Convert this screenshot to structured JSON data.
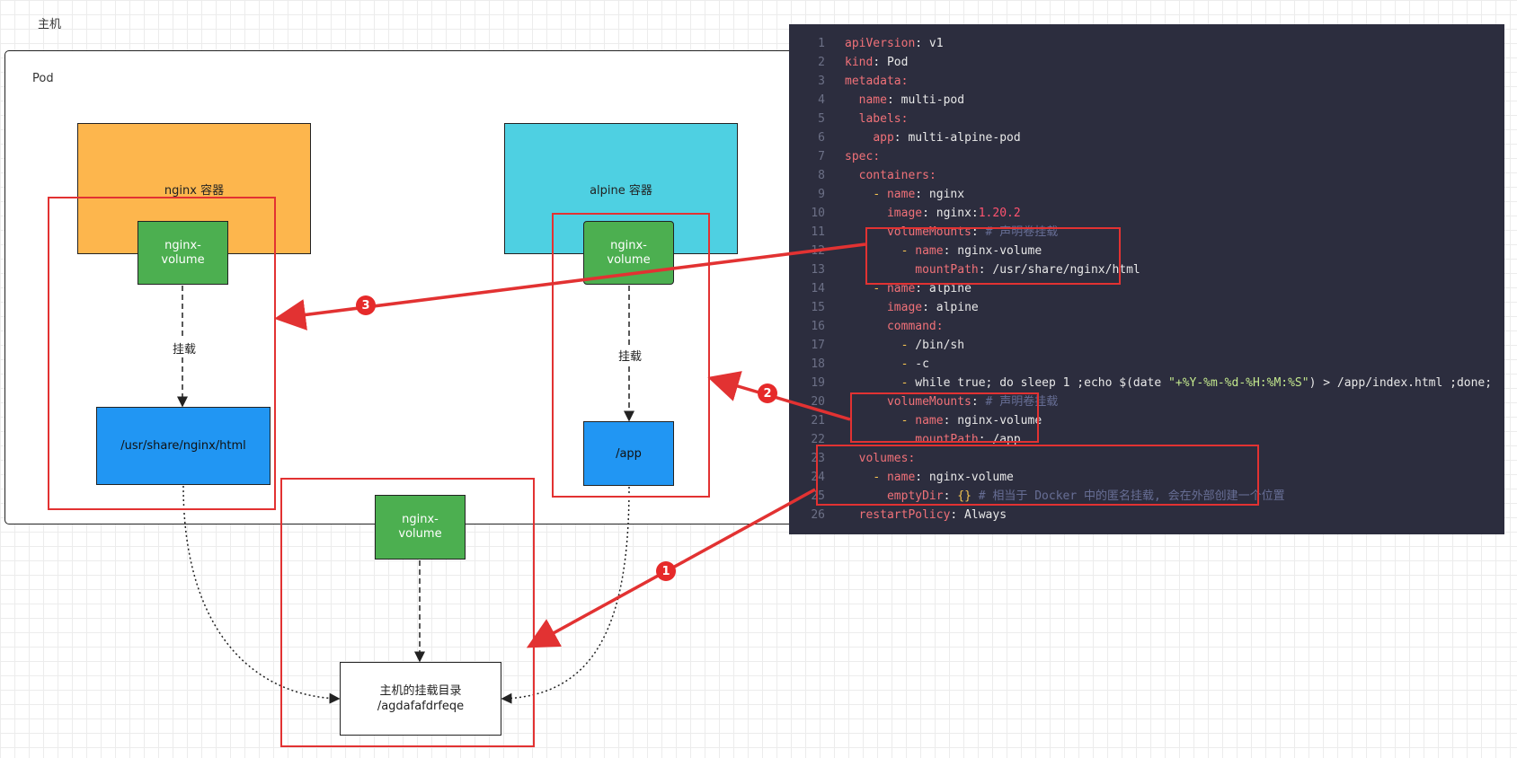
{
  "host_label": "主机",
  "pod_label": "Pod",
  "nginx_container": {
    "label": "nginx 容器",
    "volume": [
      "nginx-",
      "volume"
    ],
    "mount_label": "挂载",
    "path": "/usr/share/nginx/html"
  },
  "alpine_container": {
    "label": "alpine 容器",
    "volume": [
      "nginx-",
      "volume"
    ],
    "mount_label": "挂载",
    "path": "/app"
  },
  "host_volume": {
    "volume": [
      "nginx-",
      "volume"
    ],
    "dir_line1": "主机的挂载目录",
    "dir_line2": "/agdafafdrfeqe"
  },
  "badges": [
    "1",
    "2",
    "3"
  ],
  "code_lines": [
    {
      "n": "1",
      "t": [
        [
          "apiVersion",
          "k"
        ],
        [
          ": v1",
          ""
        ]
      ]
    },
    {
      "n": "2",
      "t": [
        [
          "kind",
          "k"
        ],
        [
          ": Pod",
          ""
        ]
      ]
    },
    {
      "n": "3",
      "t": [
        [
          "metadata",
          "k"
        ],
        [
          ":",
          "k"
        ]
      ]
    },
    {
      "n": "4",
      "t": [
        [
          "  ",
          ""
        ],
        [
          "name",
          "k"
        ],
        [
          ": multi-pod",
          ""
        ]
      ]
    },
    {
      "n": "5",
      "t": [
        [
          "  ",
          ""
        ],
        [
          "labels",
          "k"
        ],
        [
          ":",
          "k"
        ]
      ]
    },
    {
      "n": "6",
      "t": [
        [
          "    ",
          ""
        ],
        [
          "app",
          "k"
        ],
        [
          ": multi-alpine-pod",
          ""
        ]
      ]
    },
    {
      "n": "7",
      "t": [
        [
          "spec",
          "k"
        ],
        [
          ":",
          "k"
        ]
      ]
    },
    {
      "n": "8",
      "t": [
        [
          "  ",
          ""
        ],
        [
          "containers",
          "k"
        ],
        [
          ":",
          "k"
        ]
      ]
    },
    {
      "n": "9",
      "t": [
        [
          "    ",
          ""
        ],
        [
          "- ",
          "p"
        ],
        [
          "name",
          "k"
        ],
        [
          ": nginx",
          ""
        ]
      ]
    },
    {
      "n": "10",
      "t": [
        [
          "      ",
          ""
        ],
        [
          "image",
          "k"
        ],
        [
          ": nginx:",
          ""
        ],
        [
          "1.20.2",
          "n"
        ]
      ]
    },
    {
      "n": "11",
      "t": [
        [
          "      ",
          ""
        ],
        [
          "volumeMounts",
          "k"
        ],
        [
          ": ",
          ""
        ],
        [
          "# 声明卷挂载",
          "c"
        ]
      ]
    },
    {
      "n": "12",
      "t": [
        [
          "        ",
          ""
        ],
        [
          "- ",
          "p"
        ],
        [
          "name",
          "k"
        ],
        [
          ": nginx-volume",
          ""
        ]
      ]
    },
    {
      "n": "13",
      "t": [
        [
          "          ",
          ""
        ],
        [
          "mountPath",
          "k"
        ],
        [
          ": /usr/share/nginx/html",
          ""
        ]
      ]
    },
    {
      "n": "14",
      "t": [
        [
          "    ",
          ""
        ],
        [
          "- ",
          "p"
        ],
        [
          "name",
          "k"
        ],
        [
          ": alpine",
          ""
        ]
      ]
    },
    {
      "n": "15",
      "t": [
        [
          "      ",
          ""
        ],
        [
          "image",
          "k"
        ],
        [
          ": alpine",
          ""
        ]
      ]
    },
    {
      "n": "16",
      "t": [
        [
          "      ",
          ""
        ],
        [
          "command",
          "k"
        ],
        [
          ":",
          "k"
        ]
      ]
    },
    {
      "n": "17",
      "t": [
        [
          "        ",
          ""
        ],
        [
          "- ",
          "p"
        ],
        [
          "/bin/sh",
          ""
        ]
      ]
    },
    {
      "n": "18",
      "t": [
        [
          "        ",
          ""
        ],
        [
          "- ",
          "p"
        ],
        [
          "-c",
          ""
        ]
      ]
    },
    {
      "n": "19",
      "t": [
        [
          "        ",
          ""
        ],
        [
          "- ",
          "p"
        ],
        [
          "while true; do sleep 1 ;echo $(date ",
          ""
        ],
        [
          "\"+%Y-%m-%d-%H:%M:%S\"",
          "s"
        ],
        [
          ") > /app/index.html ;done;",
          ""
        ]
      ]
    },
    {
      "n": "20",
      "t": [
        [
          "      ",
          ""
        ],
        [
          "volumeMounts",
          "k"
        ],
        [
          ": ",
          ""
        ],
        [
          "# 声明卷挂载",
          "c"
        ]
      ]
    },
    {
      "n": "21",
      "t": [
        [
          "        ",
          ""
        ],
        [
          "- ",
          "p"
        ],
        [
          "name",
          "k"
        ],
        [
          ": nginx-volume",
          ""
        ]
      ]
    },
    {
      "n": "22",
      "t": [
        [
          "          ",
          ""
        ],
        [
          "mountPath",
          "k"
        ],
        [
          ": /app",
          ""
        ]
      ]
    },
    {
      "n": "23",
      "t": [
        [
          "  ",
          ""
        ],
        [
          "volumes",
          "k"
        ],
        [
          ":",
          "k"
        ]
      ]
    },
    {
      "n": "24",
      "t": [
        [
          "    ",
          ""
        ],
        [
          "- ",
          "p"
        ],
        [
          "name",
          "k"
        ],
        [
          ": nginx-volume",
          ""
        ]
      ]
    },
    {
      "n": "25",
      "t": [
        [
          "      ",
          ""
        ],
        [
          "emptyDir",
          "k"
        ],
        [
          ": ",
          ""
        ],
        [
          "{}",
          "p"
        ],
        [
          " ",
          ""
        ],
        [
          "# 相当于 Docker 中的匿名挂载, 会在外部创建一个位置",
          "c"
        ]
      ]
    },
    {
      "n": "26",
      "t": [
        [
          "  ",
          ""
        ],
        [
          "restartPolicy",
          "k"
        ],
        [
          ": Always",
          ""
        ]
      ]
    }
  ]
}
